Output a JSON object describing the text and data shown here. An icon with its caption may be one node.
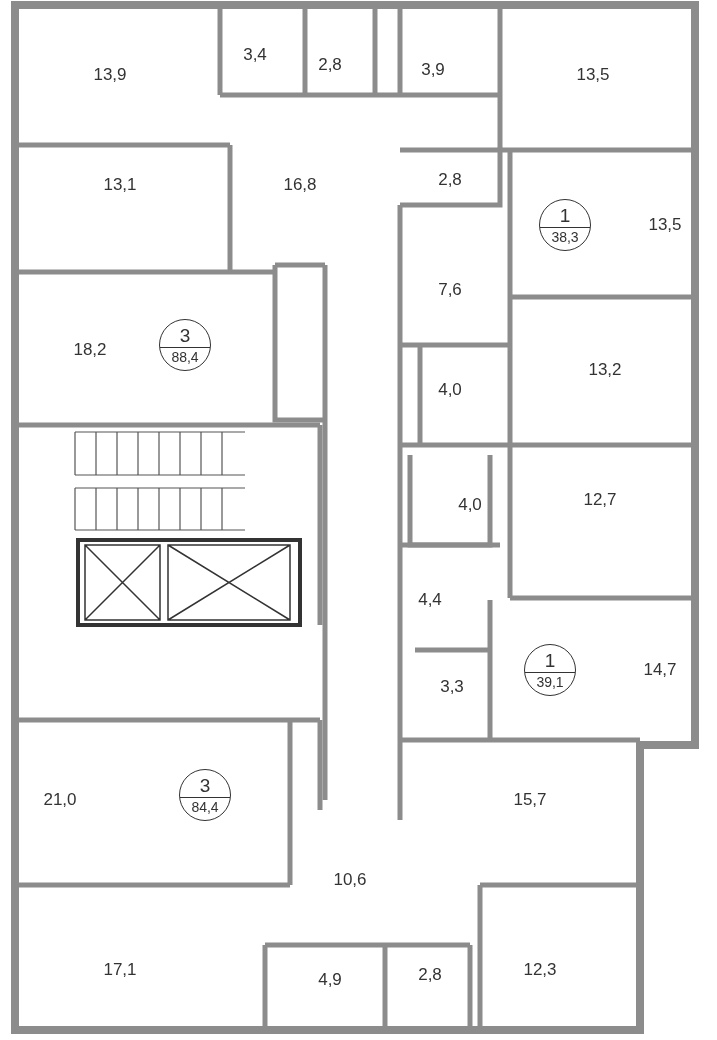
{
  "diagram": {
    "nodes": [
      {
        "text": [
          "1",
          "38,3"
        ]
      },
      {
        "text": [
          "3",
          "88,4"
        ]
      },
      {
        "text": [
          "1",
          "39,1"
        ]
      },
      {
        "text": [
          "3",
          "84,4"
        ]
      }
    ],
    "labels": [
      "13,9",
      "3,4",
      "2,8",
      "3,9",
      "13,5",
      "13,1",
      "16,8",
      "2,8",
      "13,5",
      "7,6",
      "18,2",
      "13,2",
      "4,0",
      "4,0",
      "12,7",
      "4,4",
      "14,7",
      "3,3",
      "21,0",
      "15,7",
      "10,6",
      "17,1",
      "4,9",
      "2,8",
      "12,3"
    ]
  }
}
